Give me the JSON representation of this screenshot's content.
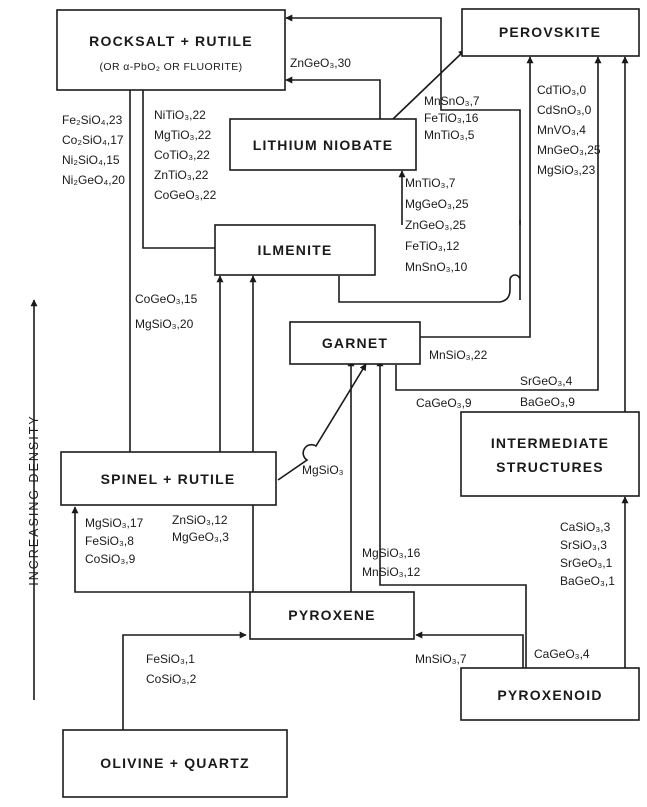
{
  "axis_label": "INCREASING DENSITY",
  "nodes": {
    "rocksalt": {
      "title": "ROCKSALT + RUTILE",
      "subtitle": "(OR α-PbO₂ OR FLUORITE)"
    },
    "perovskite": {
      "title": "PEROVSKITE"
    },
    "lithium_niobate": {
      "title": "LITHIUM NIOBATE"
    },
    "ilmenite": {
      "title": "ILMENITE"
    },
    "garnet": {
      "title": "GARNET"
    },
    "spinel": {
      "title": "SPINEL + RUTILE"
    },
    "intermediate": {
      "title_line1": "INTERMEDIATE",
      "title_line2": "STRUCTURES"
    },
    "pyroxene": {
      "title": "PYROXENE"
    },
    "pyroxenoid": {
      "title": "PYROXENOID"
    },
    "olivine": {
      "title": "OLIVINE + QUARTZ"
    }
  },
  "labels": {
    "zngeo3_rocksalt": [
      "ZnGeO₃,30"
    ],
    "silicates_rocksalt": [
      "Fe₂SiO₄,23",
      "Co₂SiO₄,17",
      "Ni₂SiO₄,15",
      "Ni₂GeO₄,20"
    ],
    "ilmenite_rocksalt": [
      "NiTiO₃,22",
      "MgTiO₃,22",
      "CoTiO₃,22",
      "ZnTiO₃,22",
      "CoGeO₃,22"
    ],
    "lin_perovskite": [
      "MnSnO₃,7",
      "FeTiO₃,16",
      "MnTiO₃,5"
    ],
    "to_perovskite": [
      "CdTiO₃,0",
      "CdSnO₃,0",
      "MnVO₃,4",
      "MnGeO₃,25",
      "MgSiO₃,23"
    ],
    "ilmenite_lin": [
      "MnTiO₃,7",
      "MgGeO₃,25",
      "ZnGeO₃,25",
      "FeTiO₃,12",
      "MnSnO₃,10"
    ],
    "spinel_ilmenite": [
      "CoGeO₃,15",
      "MgSiO₃,20"
    ],
    "garnet_perovskite": [
      "MnSiO₃,22"
    ],
    "garnet_cageo3": [
      "CaGeO₃,9"
    ],
    "intermediate_perovskite": [
      "SrGeO₃,4",
      "BaGeO₃,9"
    ],
    "spinel_garnet": [
      "MgSiO₃"
    ],
    "pyroxene_spinel": [
      "MgSiO₃,17",
      "FeSiO₃,8",
      "CoSiO₃,9"
    ],
    "pyroxene_ilmenite": [
      "ZnSiO₃,12",
      "MgGeO₃,3"
    ],
    "pyroxene_garnet": [
      "MgSiO₃,16",
      "MnSiO₃,12"
    ],
    "pyroxenoid_intermediate": [
      "CaSiO₃,3",
      "SrSiO₃,3",
      "SrGeO₃,1",
      "BaGeO₃,1"
    ],
    "olivine_pyroxene": [
      "FeSiO₃,1",
      "CoSiO₃,2"
    ],
    "pyroxenoid_pyroxene": [
      "MnSiO₃,7"
    ],
    "pyroxenoid_garnet": [
      "CaGeO₃,4"
    ]
  }
}
